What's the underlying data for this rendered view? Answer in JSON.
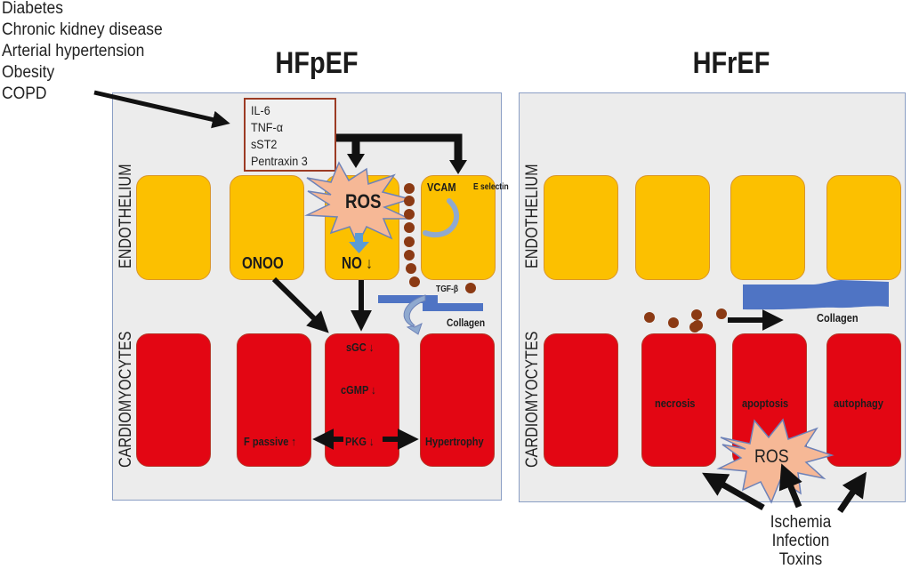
{
  "risk_factors": [
    "Diabetes",
    "Chronic kidney disease",
    "Arterial hypertension",
    "Obesity",
    "COPD"
  ],
  "colors": {
    "panel_bg": "#ececec",
    "panel_border": "#8a9ec4",
    "endothelial_cell": "#fcc000",
    "cardiomyocyte": "#e30613",
    "ros_burst": "#f6b896",
    "collagen": "#4f74c4",
    "tgf_particle": "#8b3a14",
    "cytokine_box_border": "#9c3b24"
  },
  "hfpef": {
    "title": "HFpEF",
    "layer_labels": {
      "top": "ENDOTHELIUM",
      "bottom": "CARDIOMYOCYTES"
    },
    "cytokines": [
      "IL-6",
      "TNF-α",
      "sST2",
      "Pentraxin 3"
    ],
    "ros_label": "ROS",
    "endothelium_labels": {
      "onoo": "ONOO",
      "no": "NO ↓",
      "vcam": "VCAM",
      "e_selectin": "E selectin"
    },
    "tgf_label": "TGF-β",
    "collagen_label": "Collagen",
    "cardiomyocyte_labels": {
      "sgc": "sGC ↓",
      "cgmp": "cGMP ↓",
      "pkg": "PKG ↓",
      "f_passive": "F passive ↑",
      "hypertrophy": "Hypertrophy"
    }
  },
  "hfref": {
    "title": "HFrEF",
    "layer_labels": {
      "top": "ENDOTHELIUM",
      "bottom": "CARDIOMYOCYTES"
    },
    "collagen_label": "Collagen",
    "cell_death_labels": [
      "necrosis",
      "apoptosis",
      "autophagy"
    ],
    "ros_label": "ROS",
    "causes": [
      "Ischemia",
      "Infection",
      "Toxins"
    ]
  }
}
